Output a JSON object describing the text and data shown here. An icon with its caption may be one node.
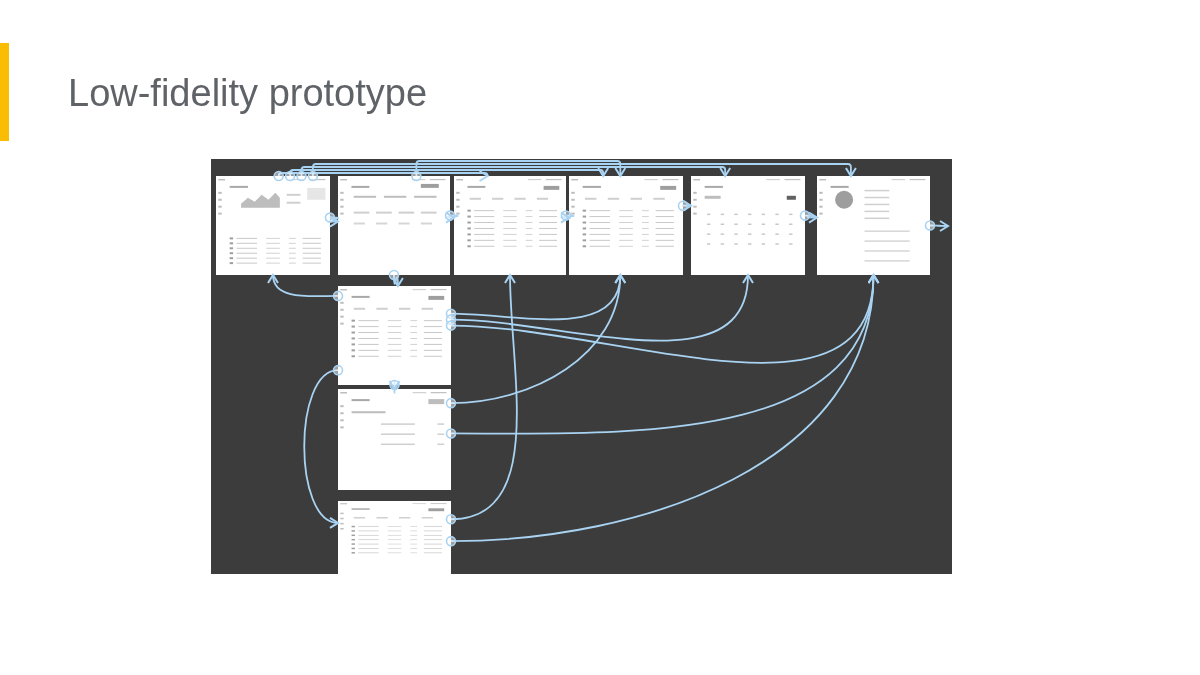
{
  "diagram": {
    "title": "Low-fidelity prototype",
    "nodes": [
      {
        "text": [],
        "shape": "picture"
      },
      {
        "text": [],
        "shape": "picture"
      },
      {
        "text": [],
        "shape": "picture"
      },
      {
        "text": [],
        "shape": "picture"
      },
      {
        "text": [],
        "shape": "picture"
      },
      {
        "text": [],
        "shape": "picture"
      },
      {
        "text": [],
        "shape": "picture"
      },
      {
        "text": [],
        "shape": "picture"
      },
      {
        "text": [],
        "shape": "picture"
      }
    ],
    "edges": [
      {
        "from": 0,
        "to": 1,
        "arrow": "to"
      },
      {
        "from": 0,
        "to": 2,
        "arrow": "to"
      },
      {
        "from": 0,
        "to": 3,
        "arrow": "to"
      },
      {
        "from": 0,
        "to": 4,
        "arrow": "to"
      },
      {
        "from": 0,
        "to": 5,
        "arrow": "to"
      },
      {
        "from": 1,
        "to": 2,
        "arrow": "to"
      },
      {
        "from": 1,
        "to": 3,
        "arrow": "to"
      },
      {
        "from": 2,
        "to": 3,
        "arrow": "to"
      },
      {
        "from": 3,
        "to": 4,
        "arrow": "to"
      },
      {
        "from": 4,
        "to": 5,
        "arrow": "to"
      },
      {
        "from": 5,
        "to": null,
        "arrow": "to"
      },
      {
        "from": 1,
        "to": 6,
        "arrow": "to"
      },
      {
        "from": 6,
        "to": 0,
        "arrow": "to"
      },
      {
        "from": 6,
        "to": 3,
        "arrow": "to"
      },
      {
        "from": 6,
        "to": 4,
        "arrow": "to"
      },
      {
        "from": 6,
        "to": 5,
        "arrow": "to"
      },
      {
        "from": 6,
        "to": 7,
        "arrow": "to"
      },
      {
        "from": 6,
        "to": 8,
        "arrow": "to"
      },
      {
        "from": 7,
        "to": 3,
        "arrow": "to"
      },
      {
        "from": 7,
        "to": 5,
        "arrow": "to"
      },
      {
        "from": 8,
        "to": 2,
        "arrow": "to"
      },
      {
        "from": 8,
        "to": 5,
        "arrow": "to"
      }
    ]
  }
}
